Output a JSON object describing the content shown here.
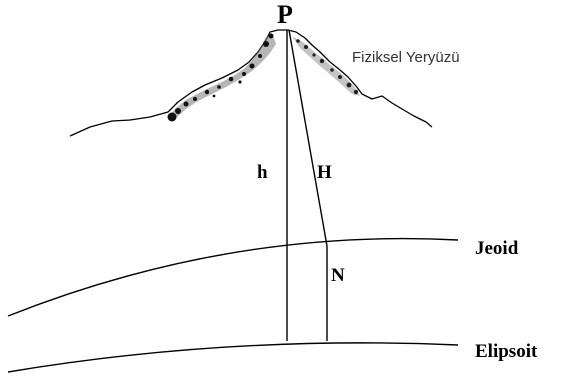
{
  "labels": {
    "point": "P",
    "physical_surface": "Fiziksel Yeryüzü",
    "ellipsoidal_height": "h",
    "orthometric_height": "H",
    "geoid_undulation": "N",
    "geoid": "Jeoid",
    "ellipsoid": "Elipsoit"
  }
}
